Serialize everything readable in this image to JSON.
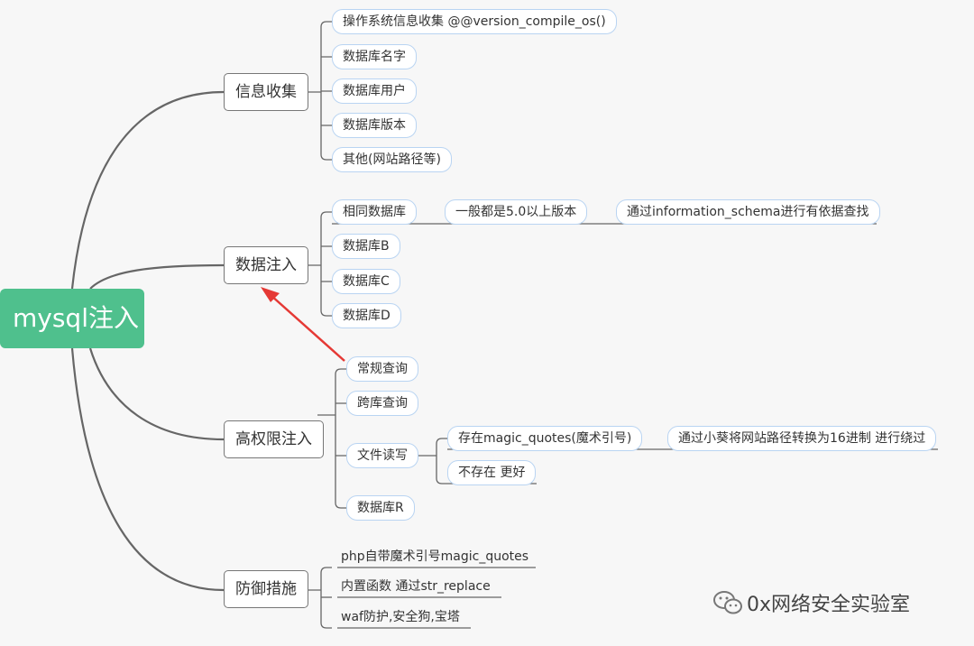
{
  "root": "mysql注入",
  "branches": {
    "info": {
      "label": "信息收集",
      "items": [
        "操作系统信息收集 @@version_compile_os()",
        "数据库名字",
        "数据库用户",
        "数据库版本",
        "其他(网站路径等)"
      ]
    },
    "data": {
      "label": "数据注入",
      "items": [
        "相同数据库",
        "数据库B",
        "数据库C",
        "数据库D"
      ],
      "same_db_chain": [
        "一般都是5.0以上版本",
        "通过information_schema进行有依据查找"
      ]
    },
    "priv": {
      "label": "高权限注入",
      "items": [
        "常规查询",
        "跨库查询",
        "文件读写",
        "数据库R"
      ],
      "file_rw": {
        "magic": "存在magic_quotes(魔术引号)",
        "magic_bypass": "通过小葵将网站路径转换为16进制 进行绕过",
        "no_magic": "不存在 更好"
      }
    },
    "defense": {
      "label": "防御措施",
      "items": [
        "php自带魔术引号magic_quotes",
        "内置函数 通过str_replace",
        "waf防护,安全狗,宝塔"
      ]
    }
  },
  "watermark": "0x网络安全实验室",
  "colors": {
    "root_fill": "#4fc08d",
    "leaf_border": "#b9d4f2",
    "connector": "#666666",
    "annotation_arrow": "#e53935"
  },
  "icons": {
    "watermark": "wechat-icon"
  }
}
